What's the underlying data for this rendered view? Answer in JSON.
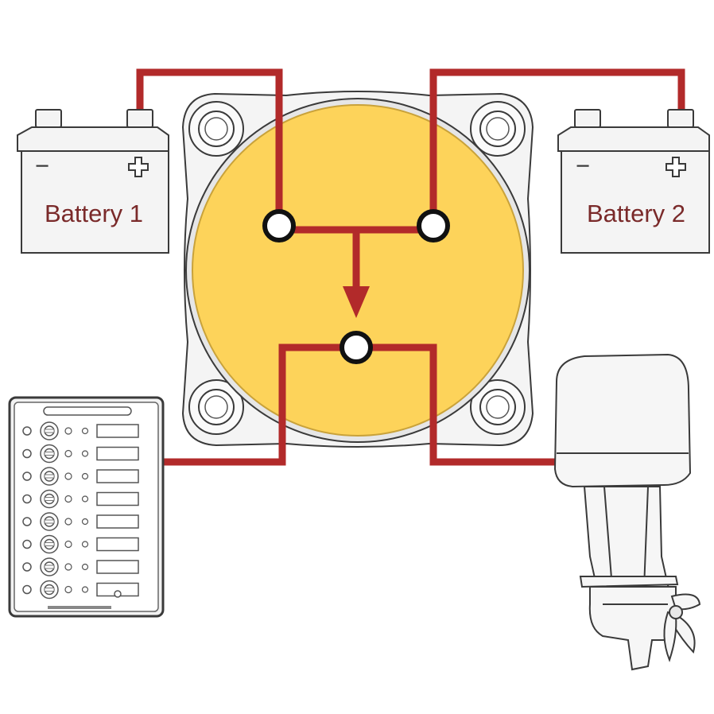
{
  "colors": {
    "wire": "#b22a2a",
    "switch_face": "#fdd35a",
    "outline": "#3a3a3a",
    "body_fill": "#f4f4f4",
    "label_text": "#7a2a2a",
    "terminal": "#ffffff"
  },
  "battery_1": {
    "label": "Battery 1",
    "minus": "−",
    "plus": "+"
  },
  "battery_2": {
    "label": "Battery 2",
    "minus": "−",
    "plus": "+"
  },
  "switch": {
    "icon": "battery-selector-switch"
  },
  "panel": {
    "icon": "breaker-panel",
    "breaker_count": 8
  },
  "engine": {
    "icon": "outboard-motor"
  }
}
